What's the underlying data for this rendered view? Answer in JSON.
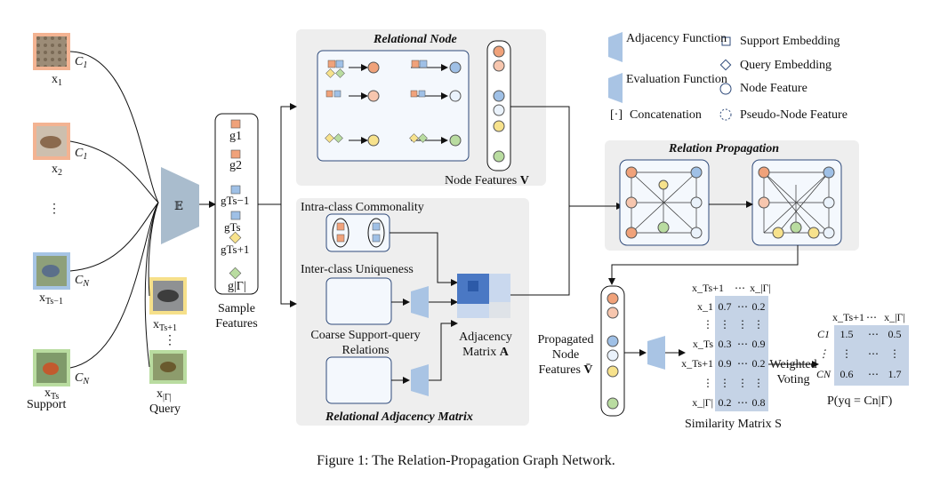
{
  "caption": "Figure 1: The Relation-Propagation Graph Network.",
  "inputs": {
    "support_items": [
      {
        "label": "x",
        "sub": "1",
        "class": "C",
        "class_sub": "1"
      },
      {
        "label": "x",
        "sub": "2",
        "class": "C",
        "class_sub": "1"
      },
      {
        "label": "x",
        "sub": "Ts−1",
        "class": "C",
        "class_sub": "N"
      },
      {
        "label": "x",
        "sub": "Ts",
        "class": "C",
        "class_sub": "N"
      }
    ],
    "support_label": "Support",
    "query_items": [
      {
        "label": "x",
        "sub": "Ts+1"
      },
      {
        "label": "x",
        "sub": "|Γ|"
      }
    ],
    "query_label": "Query",
    "ellipsis": "⋮"
  },
  "encoder_label": "𝔼",
  "features": {
    "items": [
      "g1",
      "g2",
      "gTs−1",
      "gTs",
      "gTs+1",
      "g|Γ|"
    ],
    "label_line1": "Sample",
    "label_line2": "Features"
  },
  "relational_node": {
    "title": "Relational Node",
    "node_features_label": "Node Features",
    "node_features_symbol": "V"
  },
  "relational_adjacency": {
    "title": "Relational Adjacency Matrix",
    "intra": "Intra-class Commonality",
    "inter": "Inter-class Uniqueness",
    "coarse_line1": "Coarse Support-query",
    "coarse_line2": "Relations",
    "matrix_line1": "Adjacency",
    "matrix_line2": "Matrix",
    "matrix_symbol": "A"
  },
  "legend": {
    "adjacency": "Adjacency Function",
    "evaluation": "Evaluation Function",
    "concat": "Concatenation",
    "support_emb": "Support Embedding",
    "query_emb": "Query Embedding",
    "node_feature": "Node Feature",
    "pseudo_node": "Pseudo-Node Feature"
  },
  "relation_propagation": {
    "title": "Relation Propagation"
  },
  "propagated": {
    "line1": "Propagated",
    "line2": "Node",
    "line3": "Features",
    "symbol": "V̄"
  },
  "similarity": {
    "label": "Similarity Matrix S",
    "col_headers": [
      "x_Ts+1",
      "⋯",
      "x_|Γ|"
    ],
    "row_headers": [
      "x_1",
      "⋮",
      "x_Ts",
      "x_Ts+1",
      "⋮",
      "x_|Γ|"
    ],
    "rows": [
      [
        "0.7",
        "⋯",
        "0.2"
      ],
      [
        "⋮",
        "⋮",
        "⋮"
      ],
      [
        "0.3",
        "⋯",
        "0.9"
      ],
      [
        "0.9",
        "⋯",
        "0.2"
      ],
      [
        "⋮",
        "⋮",
        "⋮"
      ],
      [
        "0.2",
        "⋯",
        "0.8"
      ]
    ]
  },
  "voting": {
    "label_line1": "Weighted",
    "label_line2": "Voting",
    "col_headers": [
      "x_Ts+1",
      "⋯",
      "x_|Γ|"
    ],
    "row_headers": [
      "C1",
      "⋮",
      "CN"
    ],
    "rows": [
      [
        "1.5",
        "⋯",
        "0.5"
      ],
      [
        "⋮",
        "⋯",
        "⋮"
      ],
      [
        "0.6",
        "⋯",
        "1.7"
      ]
    ],
    "formula": "P(yq = Cn|Γ)"
  },
  "colors": {
    "panel": "#eeeeee",
    "box_border": "#2f4a7a",
    "box_fill": "#f4f8fd",
    "orange": "#f0a27a",
    "blue": "#9fc0e6",
    "yellow": "#f7e28c",
    "green": "#b9dca0",
    "encoder": "#a9bccd",
    "phi": "#a9c4e4",
    "matrix_dark": "#4a78c4"
  }
}
